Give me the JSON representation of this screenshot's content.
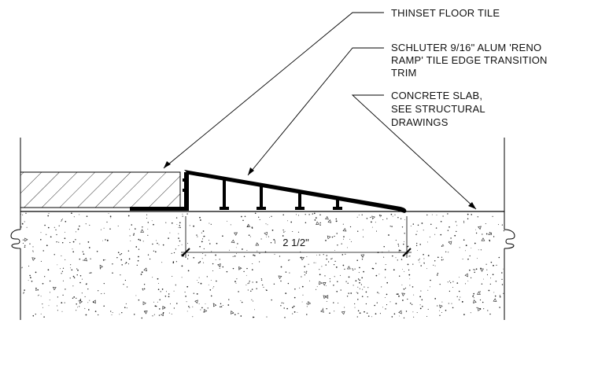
{
  "notes": {
    "tile": [
      "THINSET FLOOR TILE"
    ],
    "trim": [
      "SCHLUTER 9/16\" ALUM 'RENO",
      "RAMP' TILE EDGE TRANSITION",
      "TRIM"
    ],
    "slab": [
      "CONCRETE SLAB,",
      "SEE STRUCTURAL",
      "DRAWINGS"
    ]
  },
  "dimension": {
    "label": "2 1/2\""
  },
  "colors": {
    "line": "#000000",
    "text": "#111111",
    "background": "#ffffff"
  }
}
